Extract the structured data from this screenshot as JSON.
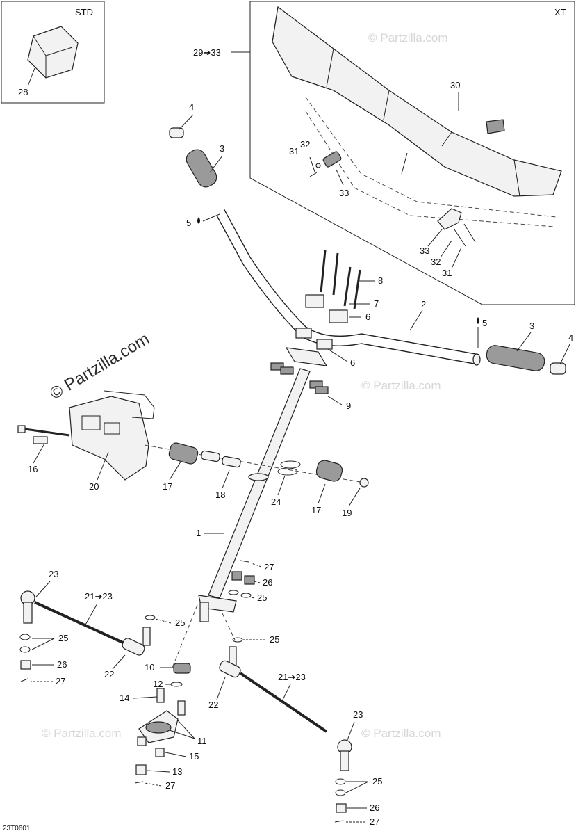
{
  "insets": {
    "std_label": "STD",
    "xt_label": "XT"
  },
  "watermarks": {
    "main": "© Partzilla.com",
    "faint": "© Partzilla.com"
  },
  "diagram_code": "23T0601",
  "callouts": {
    "c1": "1",
    "c2": "2",
    "c3_left": "3",
    "c3_right": "3",
    "c4_left": "4",
    "c4_right": "4",
    "c5_left": "5",
    "c5_right": "5",
    "c6_a": "6",
    "c6_b": "6",
    "c7": "7",
    "c8": "8",
    "c9": "9",
    "c10": "10",
    "c11": "11",
    "c12": "12",
    "c13": "13",
    "c14": "14",
    "c15": "15",
    "c16": "16",
    "c17_left": "17",
    "c17_right": "17",
    "c18": "18",
    "c19": "19",
    "c20": "20",
    "c21_left": "21➔23",
    "c21_right": "21➔23",
    "c22_left": "22",
    "c22_right": "22",
    "c23_left": "23",
    "c23_right": "23",
    "c24": "24",
    "c25_a": "25",
    "c25_b": "25",
    "c25_c": "25",
    "c25_d": "25",
    "c25_e": "25",
    "c26_a": "26",
    "c26_b": "26",
    "c26_c": "26",
    "c27_a": "27",
    "c27_b": "27",
    "c27_c": "27",
    "c27_d": "27",
    "c28": "28",
    "c29": "29➔33",
    "c30": "30",
    "c31_a": "31",
    "c31_b": "31",
    "c32_a": "32",
    "c32_b": "32",
    "c33_a": "33",
    "c33_b": "33"
  }
}
